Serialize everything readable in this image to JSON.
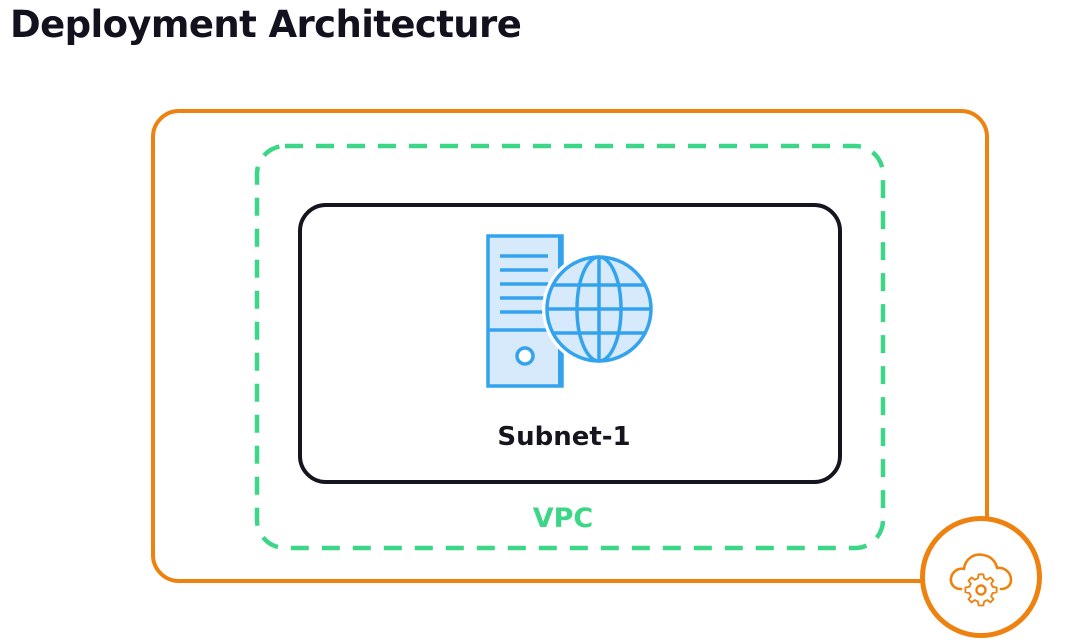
{
  "header": {
    "title": "Deployment Architecture"
  },
  "diagram": {
    "region": {
      "border_color": "#ee8211",
      "icon": "cloud-gear-icon"
    },
    "vpc": {
      "label": "VPC",
      "border_color": "#3cd687",
      "border_style": "dashed"
    },
    "subnet": {
      "label": "Subnet-1",
      "border_color": "#15151f",
      "icon": "server-globe-icon",
      "icon_color": "#34a3ee"
    }
  }
}
